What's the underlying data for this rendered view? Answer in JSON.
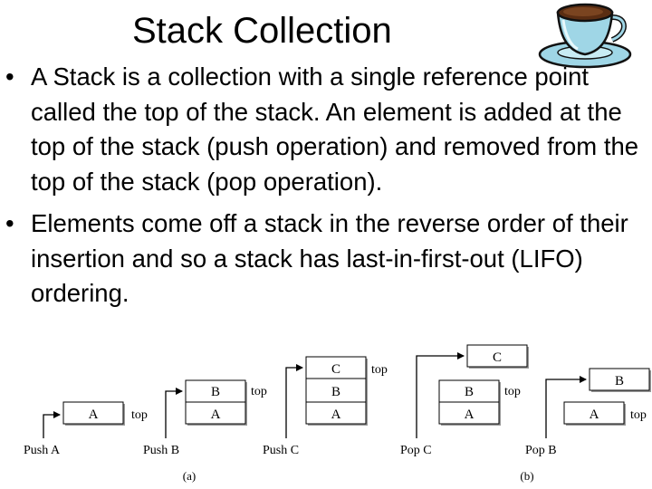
{
  "title": "Stack Collection",
  "bullets": [
    "A Stack is a collection with a single reference point called the top of the stack.  An element is added at the top of the stack (push operation) and removed from the top of the stack (pop operation).",
    "Elements come off a stack in the reverse order of their insertion and so a stack has last-in-first-out (LIFO) ordering."
  ],
  "bullet_marker": "•",
  "icon": "teacup-icon",
  "figure": {
    "top_label": "top",
    "items": {
      "a": "A",
      "b": "B",
      "c": "C"
    },
    "ops": {
      "push_a": "Push A",
      "push_b": "Push B",
      "push_c": "Push C",
      "pop_c": "Pop C",
      "pop_b": "Pop B"
    },
    "caption_a": "(a)",
    "caption_b": "(b)"
  }
}
